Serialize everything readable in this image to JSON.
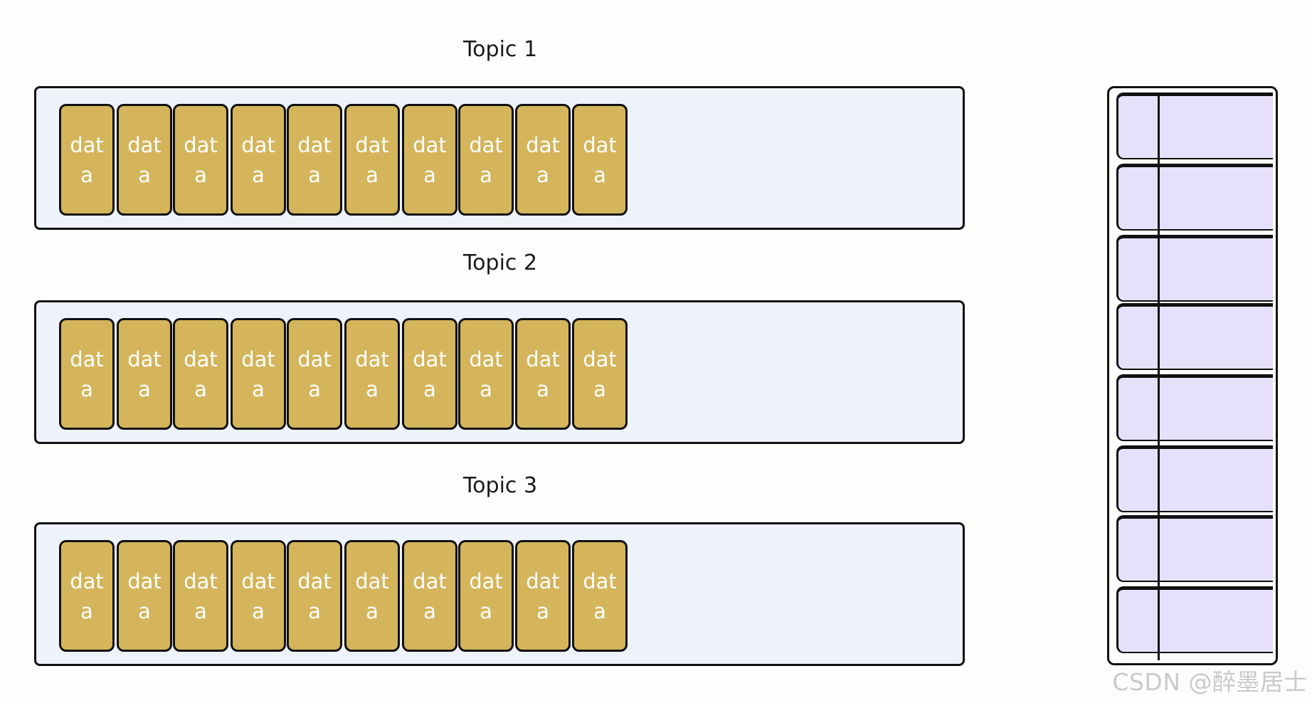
{
  "topics": [
    {
      "title": "Topic 1",
      "blocks": [
        "data",
        "data",
        "data",
        "data",
        "data",
        "data",
        "data",
        "data",
        "data",
        "data"
      ]
    },
    {
      "title": "Topic 2",
      "blocks": [
        "data",
        "data",
        "data",
        "data",
        "data",
        "data",
        "data",
        "data",
        "data",
        "data"
      ]
    },
    {
      "title": "Topic 3",
      "blocks": [
        "data",
        "data",
        "data",
        "data",
        "data",
        "data",
        "data",
        "data",
        "data",
        "data"
      ]
    }
  ],
  "queue": {
    "cell_count": 8
  },
  "watermark": "CSDN @醉墨居士",
  "colors": {
    "panel_fill": "#eef2fb",
    "block_fill": "#d4b55b",
    "block_text": "#ffffff",
    "queue_fill": "#e6e0fa",
    "outline": "#111111"
  }
}
